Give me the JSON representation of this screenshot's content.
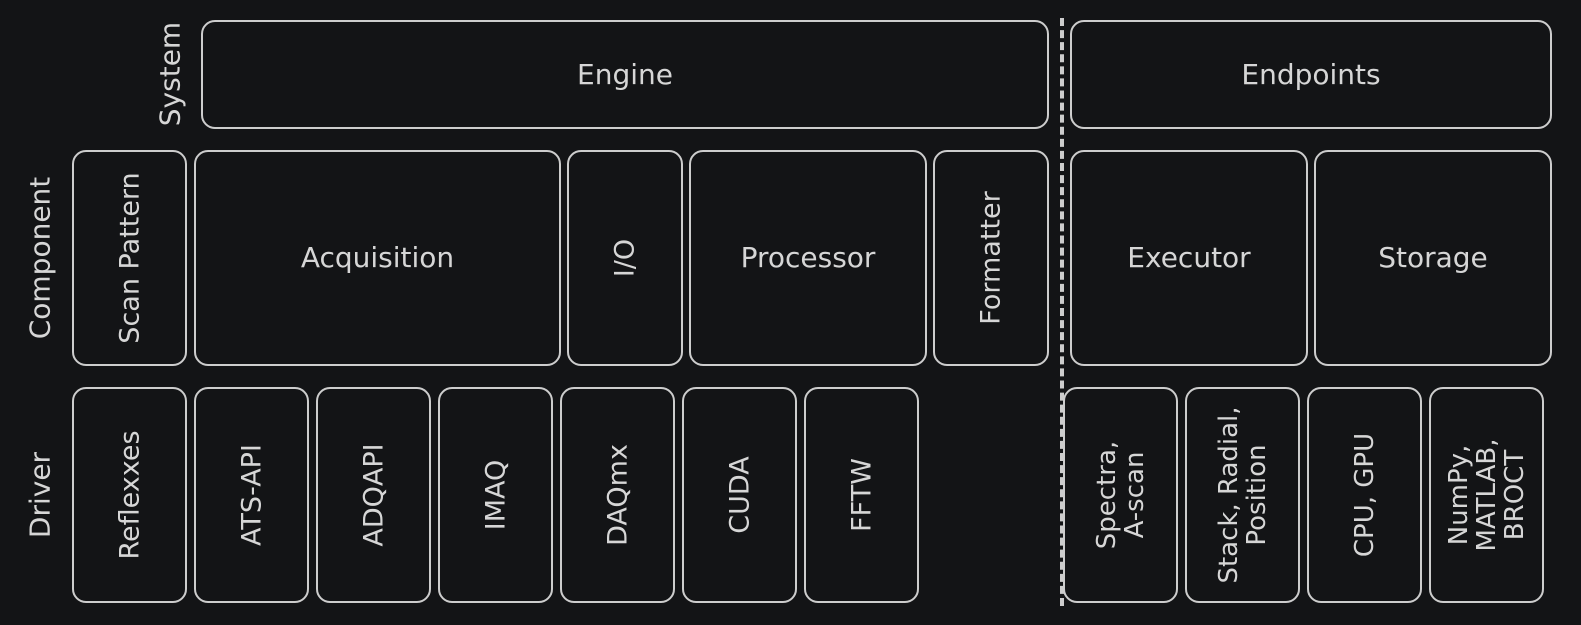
{
  "rows": {
    "system": "System",
    "component": "Component",
    "driver": "Driver"
  },
  "system": {
    "engine": "Engine",
    "endpoints": "Endpoints"
  },
  "components": {
    "scan_pattern": "Scan Pattern",
    "acquisition": "Acquisition",
    "io": "I/O",
    "processor": "Processor",
    "formatter": "Formatter",
    "executor": "Executor",
    "storage": "Storage"
  },
  "drivers": {
    "reflexxes": "Reflexxes",
    "ats_api": "ATS-API",
    "adqapi": "ADQAPI",
    "imaq": "IMAQ",
    "daqmx": "DAQmx",
    "cuda": "CUDA",
    "fftw": "FFTW"
  },
  "endpoint_types": {
    "spectra": [
      "Spectra,",
      "A-scan"
    ],
    "stack": [
      "Stack, Radial,",
      "Position"
    ],
    "cpu_gpu": [
      "CPU, GPU"
    ],
    "numpy": [
      "NumPy,",
      "MATLAB,",
      "BROCT"
    ]
  },
  "colors": {
    "background": "#131416",
    "stroke": "#cdcdcd",
    "text": "#d6d6d6"
  }
}
